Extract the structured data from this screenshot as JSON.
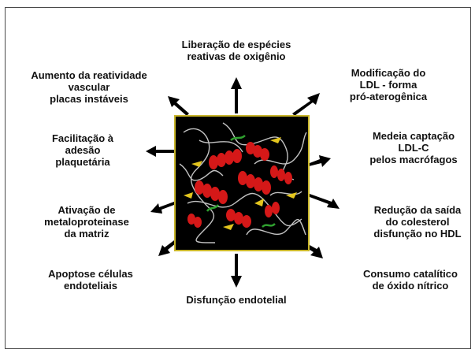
{
  "center_image": {
    "icon": "protein-structure-icon"
  },
  "colors": {
    "arrow": "#000000",
    "border": "#c9b62a",
    "helix": "#d51818",
    "strand": "#e3c51e",
    "coil": "#d8d8d8",
    "green": "#2fa02f"
  },
  "labels": {
    "top": "Liberação de espécies\nreativas de oxigênio",
    "top_left": "Aumento da reatividade\nvascular\nplacas instáveis",
    "top_right": "Modificação do\nLDL - forma\npró-aterogênica",
    "mid_left_upper": "Facilitação à\nadesão\nplaquetária",
    "mid_right_upper": "Medeia captação\nLDL-C\npelos macrófagos",
    "mid_left_lower": "Ativação de\nmetaloproteinase\nda matriz",
    "mid_right_lower": "Redução da saída\ndo colesterol\ndisfunção no HDL",
    "bottom_left": "Apoptose células\nendoteliais",
    "bottom_right": "Consumo catalítico\nde óxido nítrico",
    "bottom": "Disfunção endotelial"
  }
}
